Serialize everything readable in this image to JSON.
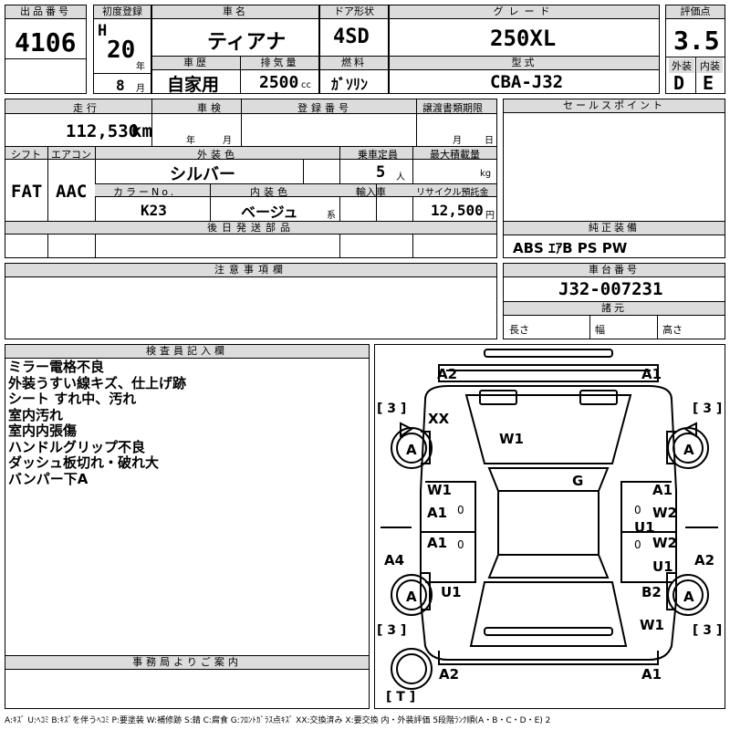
{
  "header": {
    "lot_no_label": "出品番号",
    "lot_no": "4106",
    "first_reg_label": "初度登録",
    "era": "H",
    "year": "20",
    "year_unit": "年",
    "month": "8",
    "month_unit": "月",
    "car_name_label": "車名",
    "car_name": "ティアナ",
    "history_label": "車歴",
    "history": "自家用",
    "displacement_label": "排気量",
    "displacement": "2500",
    "displacement_unit": "cc",
    "door_label": "ドア形状",
    "door": "4SD",
    "fuel_label": "燃料",
    "fuel": "ｶﾞｿﾘﾝ",
    "grade_label": "グレード",
    "grade": "250XL",
    "model_label": "型式",
    "model": "CBA-J32",
    "score_label": "評価点",
    "score": "3.5",
    "exterior_label": "外装",
    "exterior": "D",
    "interior_label": "内装",
    "interior": "E"
  },
  "details": {
    "mileage_label": "走行",
    "mileage": "112,530",
    "mileage_unit": "km",
    "inspection_label": "車検",
    "insp_year_unit": "年",
    "insp_month_unit": "月",
    "reg_no_label": "登録番号",
    "transfer_label": "譲渡書類期限",
    "transfer_month_unit": "月",
    "transfer_day_unit": "日",
    "shift_label": "シフト",
    "shift": "FAT",
    "ac_label": "エアコン",
    "ac": "AAC",
    "ext_color_label": "外装色",
    "ext_color": "シルバー",
    "seats_label": "乗車定員",
    "seats": "5",
    "seats_unit": "人",
    "max_load_label": "最大積載量",
    "max_load_unit": "kg",
    "color_no_label": "カラーNo.",
    "color_no": "K23",
    "int_color_label": "内装色",
    "int_color": "ベージュ",
    "int_color_unit": "系",
    "import_label": "輸入車",
    "recycle_label": "リサイクル預託金",
    "recycle": "12,500",
    "recycle_unit": "円",
    "later_parts_label": "後日発送部品",
    "notes_label": "注意事項欄"
  },
  "sales": {
    "sales_points_label": "セールスポイント",
    "equipment_label": "純正装備",
    "equipment": "ABS ｴｱB PS PW",
    "chassis_label": "車台番号",
    "chassis": "J32-007231",
    "dims_label": "諸元",
    "length_label": "長さ",
    "width_label": "幅",
    "height_label": "高さ"
  },
  "inspector": {
    "label": "検査員記入欄",
    "lines": [
      "ミラー電格不良",
      "外装うすい線キズ、仕上げ跡",
      "シート すれ中、汚れ",
      "室内汚れ",
      "室内内張傷",
      "ハンドルグリップ不良",
      "ダッシュ板切れ・破れ大",
      "バンパー下A"
    ],
    "office_label": "事務局よりご案内"
  },
  "diagram": {
    "marks": {
      "front_left": "A2",
      "front_right": "A1",
      "xx": "XX",
      "hood": "W1",
      "tire_fl": "A",
      "tire_fr": "A",
      "roof": "G",
      "fl_door_top": "W1",
      "fl_door_bot": "A1",
      "fr_door_top": "A1",
      "fr_door_bot": "W2",
      "u1_mid": "U1",
      "rl_door": "A1",
      "rr_door_top": "W2",
      "rr_door_bot": "U1",
      "a4": "A4",
      "a2_right": "A2",
      "tire_rl": "A",
      "tire_rr": "A",
      "u1_rl": "U1",
      "b2": "B2",
      "w1_rear": "W1",
      "rear_left": "A2",
      "rear_right": "A1",
      "zero1": "0",
      "zero2": "0",
      "zero3": "0",
      "zero4": "0"
    },
    "brackets": {
      "tl": "[ 3 ]",
      "tr": "[ 3 ]",
      "bl": "[ 3 ]",
      "br": "[ 3 ]",
      "trunk": "[ T ]"
    }
  },
  "legend": "A:ｷｽﾞ U:ﾍｺﾐ B:ｷｽﾞを伴うﾍｺﾐ P:要塗装 W:補修跡 S:錆 C:腐食 G:ﾌﾛﾝﾄｶﾞﾗｽ点ｷｽﾞ XX:交換済み X:要交換 内・外装評価 5段階ﾗﾝｸ順(A・B・C・D・E) 2"
}
